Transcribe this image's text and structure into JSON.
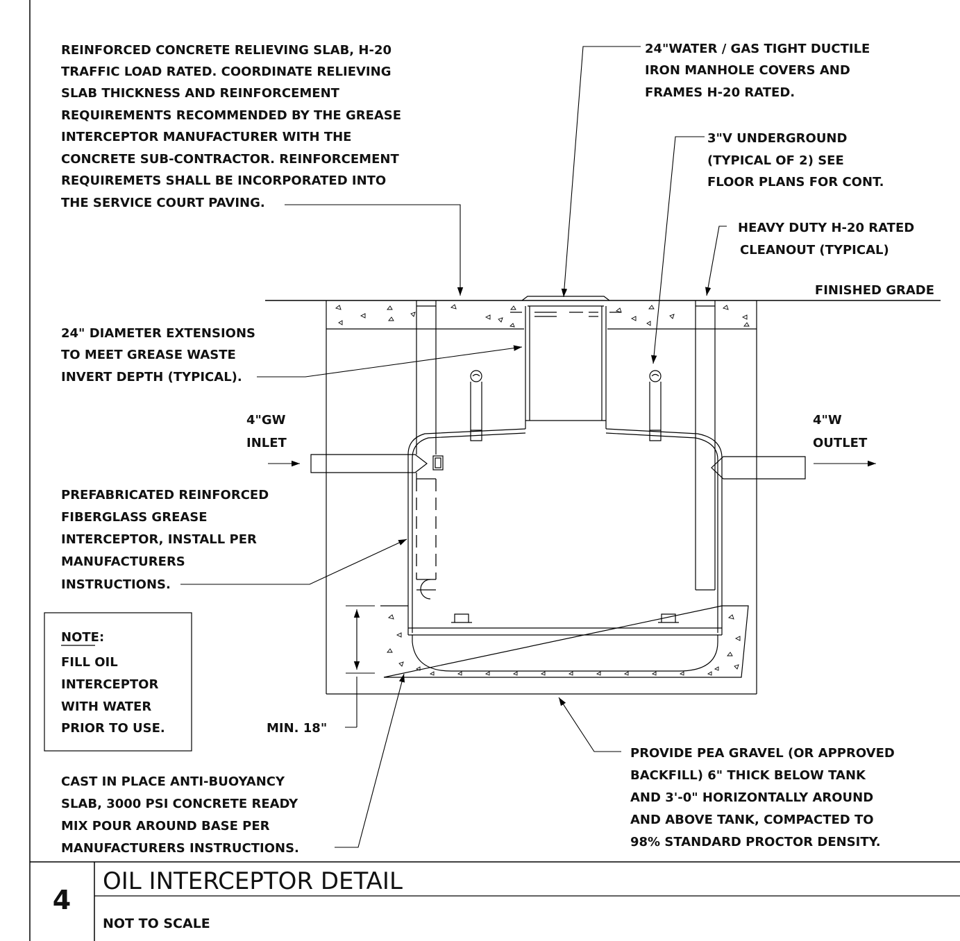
{
  "notes": {
    "relieving_slab": [
      "REINFORCED CONCRETE RELIEVING SLAB, H-20",
      "TRAFFIC LOAD RATED. COORDINATE RELIEVING",
      "SLAB THICKNESS AND REINFORCEMENT",
      "REQUIREMENTS RECOMMENDED BY THE GREASE",
      "INTERCEPTOR MANUFACTURER WITH THE",
      "CONCRETE SUB-CONTRACTOR. REINFORCEMENT",
      "REQUIREMETS  SHALL BE INCORPORATED INTO",
      "THE SERVICE COURT PAVING."
    ],
    "manhole": [
      "24\"WATER / GAS TIGHT DUCTILE",
      "IRON MANHOLE COVERS AND",
      "FRAMES H-20 RATED."
    ],
    "vent": [
      "3\"V UNDERGROUND",
      "(TYPICAL OF 2) SEE",
      "FLOOR PLANS FOR CONT."
    ],
    "cleanout": [
      "HEAVY DUTY H-20 RATED",
      "CLEANOUT (TYPICAL)"
    ],
    "finished_grade": "FINISHED GRADE",
    "extensions": [
      "24\" DIAMETER EXTENSIONS",
      "TO MEET GREASE WASTE",
      "INVERT DEPTH (TYPICAL)."
    ],
    "inlet": [
      "4\"GW",
      "INLET"
    ],
    "outlet": [
      "4\"W",
      "OUTLET"
    ],
    "interceptor": [
      "PREFABRICATED REINFORCED",
      "FIBERGLASS GREASE",
      "INTERCEPTOR,  INSTALL PER",
      "MANUFACTURERS",
      "INSTRUCTIONS."
    ],
    "note_box": {
      "heading": "NOTE:",
      "lines": [
        "FILL OIL",
        "INTERCEPTOR",
        "WITH WATER",
        "PRIOR TO USE."
      ]
    },
    "min_depth": "MIN. 18\"",
    "pea_gravel": [
      "PROVIDE PEA GRAVEL (OR APPROVED",
      "BACKFILL) 6\" THICK BELOW TANK",
      "AND 3'-0\" HORIZONTALLY AROUND",
      "AND ABOVE TANK, COMPACTED TO",
      "98% STANDARD PROCTOR DENSITY."
    ],
    "anti_buoyancy": [
      "CAST IN PLACE ANTI-BUOYANCY",
      "SLAB, 3000 PSI CONCRETE READY",
      "MIX POUR AROUND BASE PER",
      "MANUFACTURERS INSTRUCTIONS."
    ]
  },
  "title_block": {
    "detail_number": "4",
    "title": "OIL INTERCEPTOR DETAIL",
    "scale": "NOT TO SCALE"
  }
}
